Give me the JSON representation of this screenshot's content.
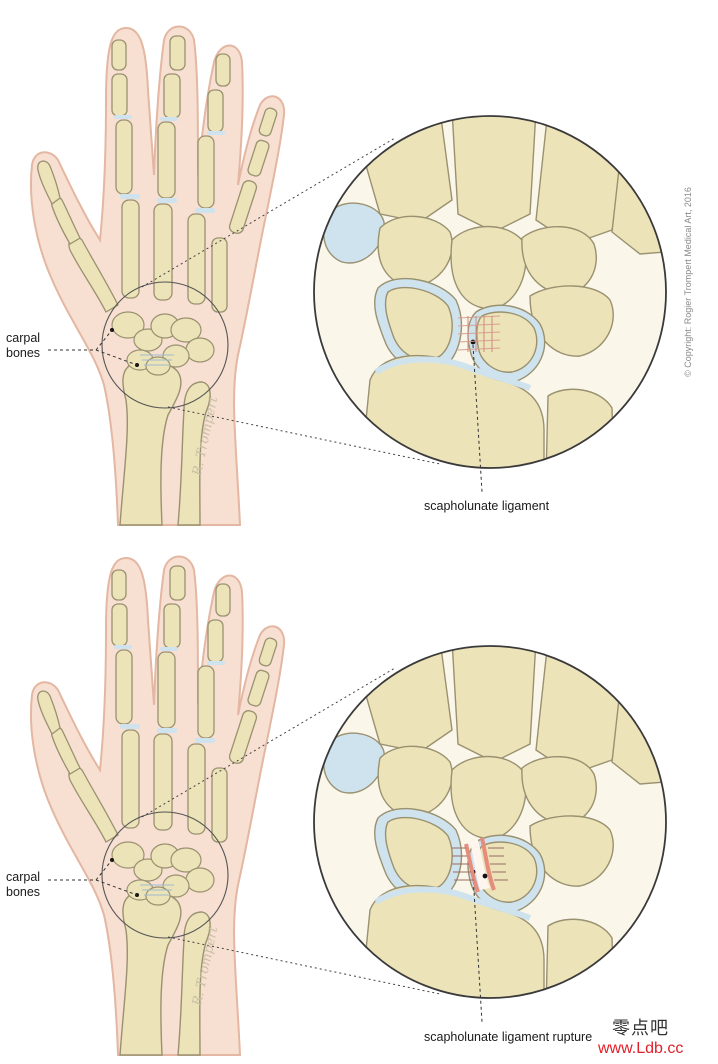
{
  "panels": [
    {
      "carpal_label_line1": "carpal",
      "carpal_label_line2": "bones",
      "callout_label": "scapholunate ligament",
      "state": "intact"
    },
    {
      "carpal_label_line1": "carpal",
      "carpal_label_line2": "bones",
      "callout_label": "scapholunate ligament rupture",
      "state": "ruptured"
    }
  ],
  "signature": "R. Trompert",
  "copyright": "© Copyright: Rogier Trompert Medical Art, 2016",
  "watermark": {
    "chinese": "零点吧",
    "url": "www.Ldb.cc"
  },
  "colors": {
    "bone": "#ece3b8",
    "bone_outline": "#9a9170",
    "skin": "#f7dfd2",
    "skin_outline": "#e3b7a2",
    "cartilage": "#cfe3ee",
    "ligament_rupture": "#e58c7c",
    "watermark_url": "#e0202a"
  }
}
